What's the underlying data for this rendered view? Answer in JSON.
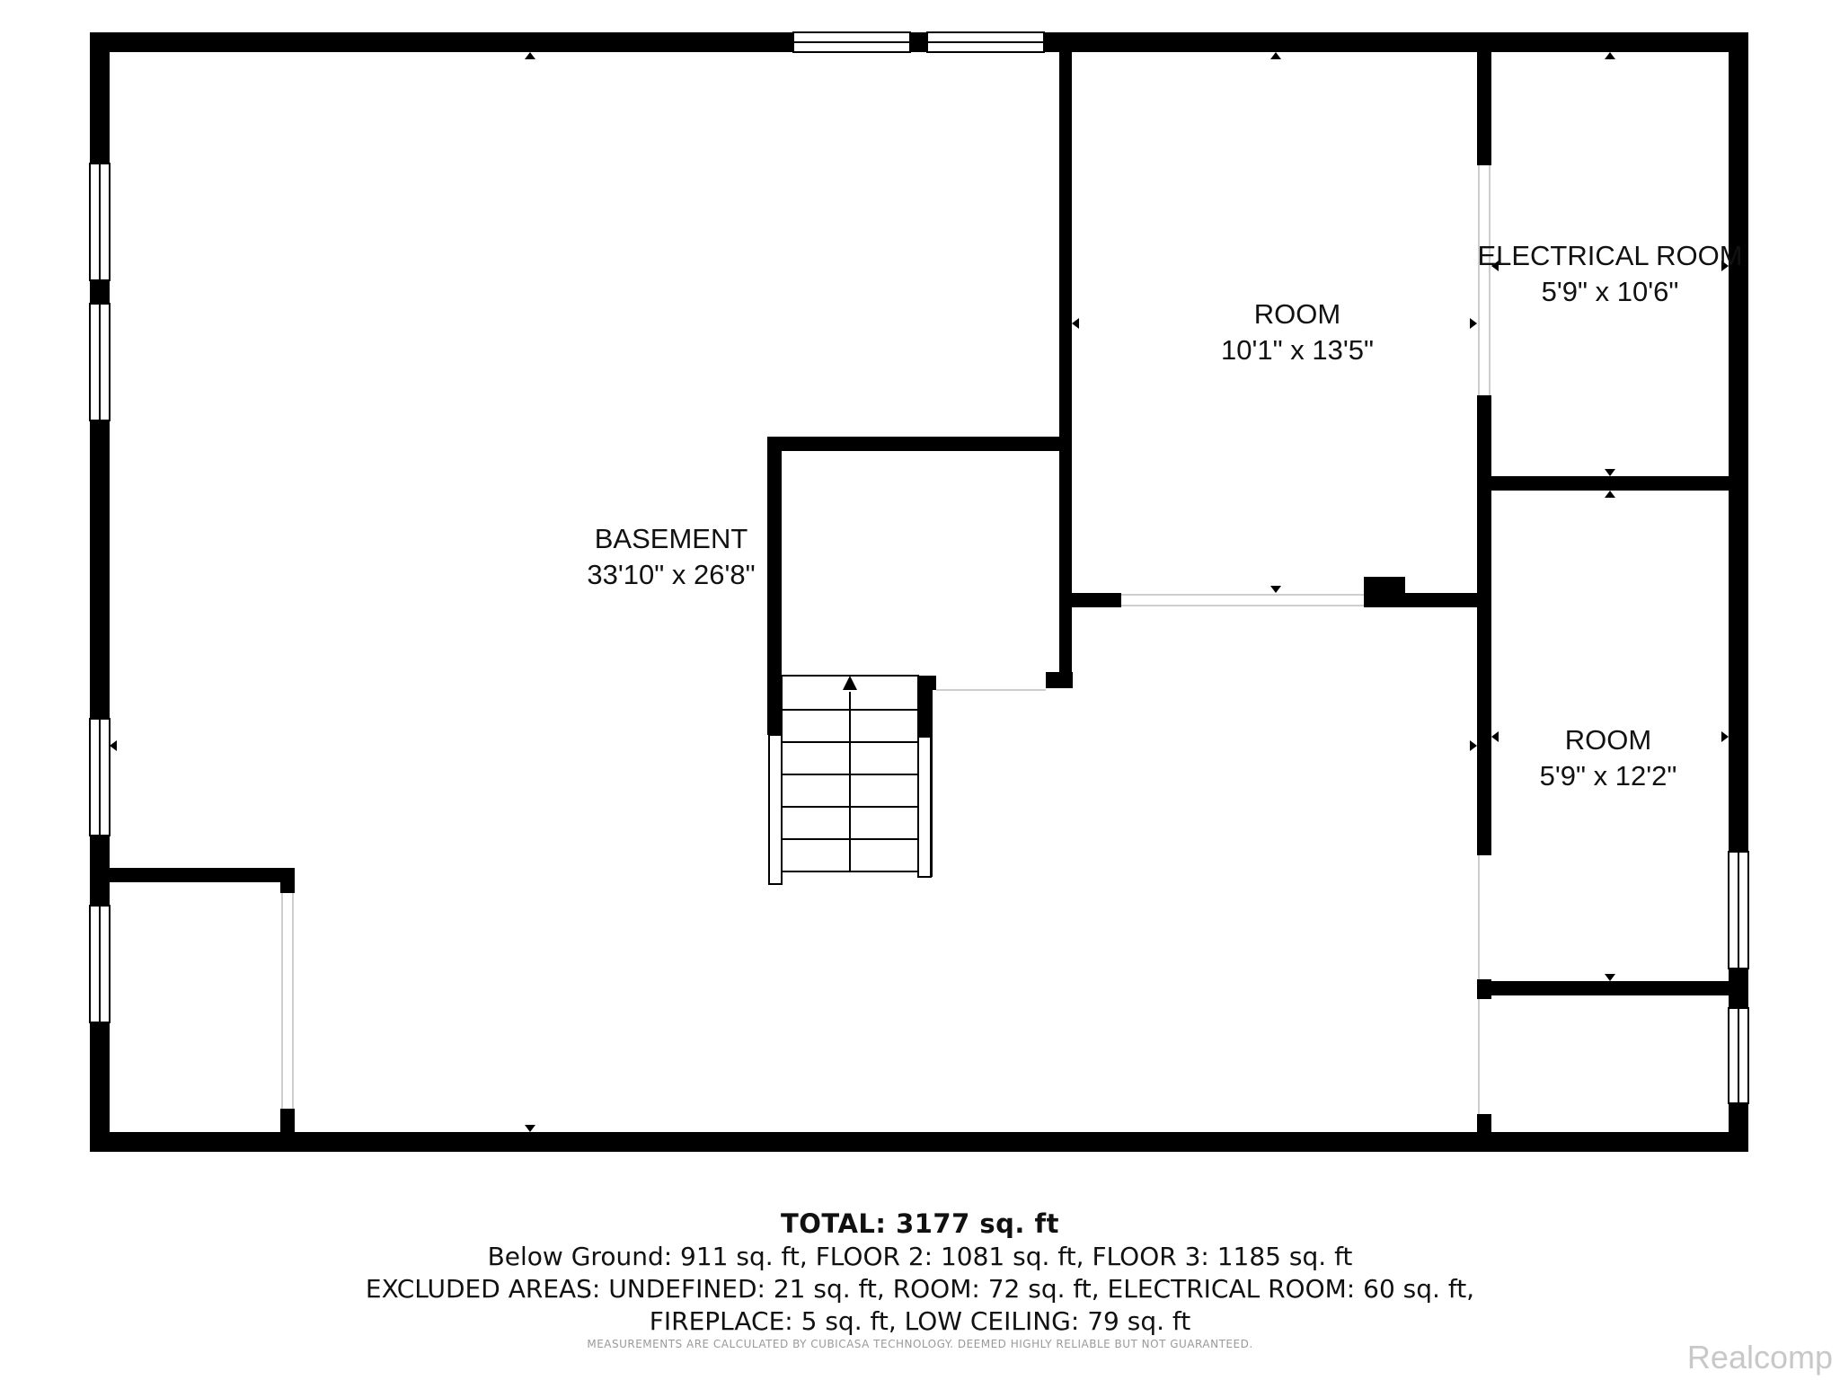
{
  "rooms": {
    "basement": {
      "name": "BASEMENT",
      "dims": "33'10\" x 26'8\""
    },
    "room_main": {
      "name": "ROOM",
      "dims": "10'1\" x 13'5\""
    },
    "electrical": {
      "name": "ELECTRICAL ROOM",
      "dims": "5'9\" x 10'6\""
    },
    "room_small": {
      "name": "ROOM",
      "dims": "5'9\" x 12'2\""
    }
  },
  "summary": {
    "total": "TOTAL: 3177 sq. ft",
    "line1": "Below Ground: 911 sq. ft, FLOOR 2: 1081 sq. ft, FLOOR 3: 1185 sq. ft",
    "line2": "EXCLUDED AREAS: UNDEFINED: 21 sq. ft, ROOM: 72 sq. ft, ELECTRICAL ROOM: 60 sq. ft,",
    "line3": "FIREPLACE: 5 sq. ft, LOW CEILING: 79 sq. ft",
    "disclaimer": "MEASUREMENTS ARE CALCULATED BY CUBICASA TECHNOLOGY. DEEMED HIGHLY RELIABLE BUT NOT GUARANTEED."
  },
  "watermark": "Realcomp",
  "colors": {
    "wall": "#000000",
    "background": "#ffffff"
  }
}
